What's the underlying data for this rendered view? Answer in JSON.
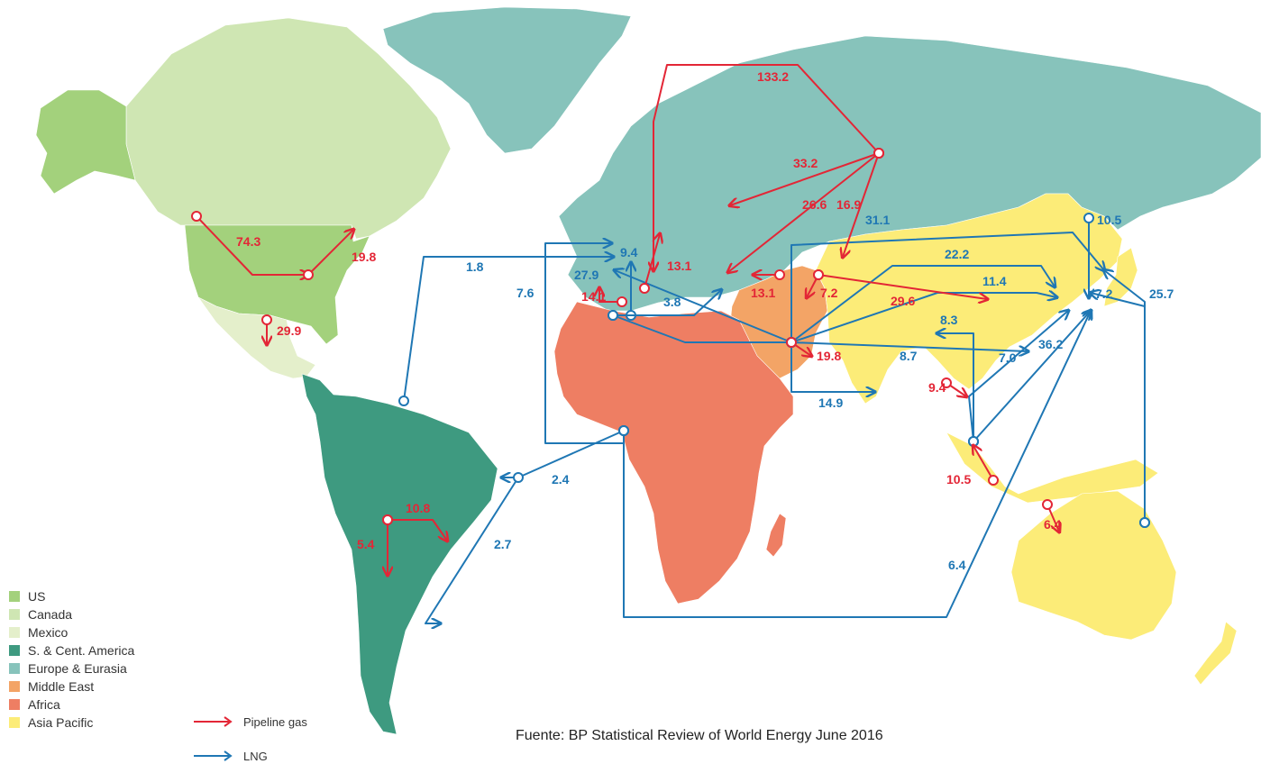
{
  "colors": {
    "us": "#a3d17c",
    "canada": "#cfe6b3",
    "mexico": "#e4efcb",
    "south_central_america": "#3e9a80",
    "europe_eurasia": "#87c3bb",
    "middle_east": "#f3a466",
    "africa": "#ee7e63",
    "asia_pacific": "#fcec78",
    "pipeline": "#e32636",
    "lng": "#1f77b4"
  },
  "legend": {
    "regions": [
      {
        "label": "US",
        "color_key": "us"
      },
      {
        "label": "Canada",
        "color_key": "canada"
      },
      {
        "label": "Mexico",
        "color_key": "mexico"
      },
      {
        "label": "S. & Cent. America",
        "color_key": "south_central_america"
      },
      {
        "label": "Europe & Eurasia",
        "color_key": "europe_eurasia"
      },
      {
        "label": "Middle East",
        "color_key": "middle_east"
      },
      {
        "label": "Africa",
        "color_key": "africa"
      },
      {
        "label": "Asia Pacific",
        "color_key": "asia_pacific"
      }
    ],
    "pipeline_label": "Pipeline gas",
    "lng_label": "LNG"
  },
  "source": "Fuente: BP Statistical Review of World Energy June 2016",
  "flows": {
    "pipeline": [
      "133.2",
      "33.2",
      "26.6",
      "16.9",
      "74.3",
      "19.8",
      "29.9",
      "13.1",
      "14.1",
      "13.1",
      "7.2",
      "29.6",
      "19.8",
      "9.4",
      "10.5",
      "6.4",
      "10.8",
      "5.4"
    ],
    "lng": [
      "31.1",
      "10.5",
      "22.2",
      "11.4",
      "25.7",
      "7.2",
      "8.3",
      "7.0",
      "36.2",
      "8.7",
      "14.9",
      "1.8",
      "9.4",
      "27.9",
      "7.6",
      "3.8",
      "2.4",
      "2.7",
      "6.4"
    ]
  }
}
